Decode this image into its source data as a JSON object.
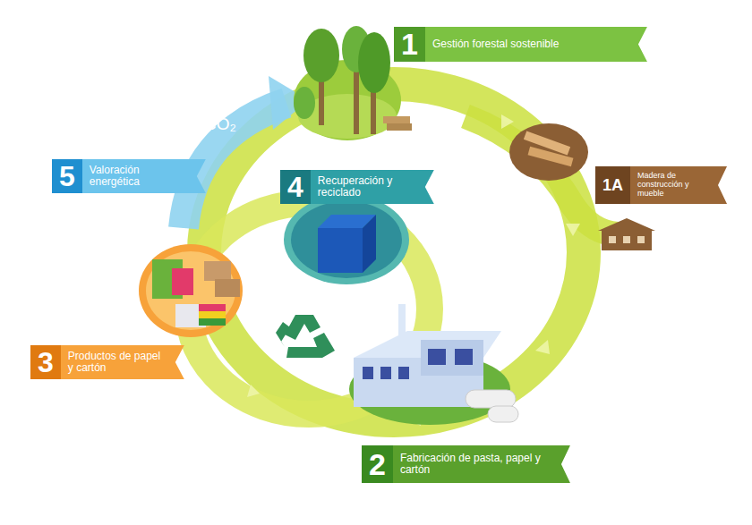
{
  "diagram": {
    "nodes": [
      {
        "text": [
          "1",
          "Gestión forestal sostenible"
        ]
      },
      {
        "text": [
          "5",
          "Valoración energética"
        ]
      },
      {
        "text": [
          "4",
          "Recuperación y reciclado"
        ]
      },
      {
        "text": [
          "1A",
          "Madera de construcción y mueble"
        ]
      },
      {
        "text": [
          "3",
          "Productos de papel y cartón"
        ]
      },
      {
        "text": [
          "2",
          "Fabricación de pasta, papel y cartón"
        ]
      }
    ],
    "labels": [
      "CO₂"
    ]
  }
}
